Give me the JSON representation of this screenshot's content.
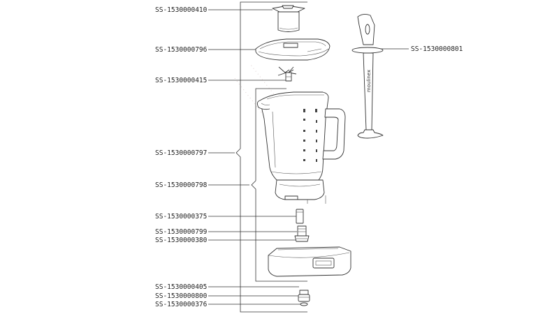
{
  "diagram": {
    "part_numbers": {
      "lid_cap": "SS-1530000410",
      "lid": "SS-1530000796",
      "blade": "SS-1530000415",
      "jug_assembly": "SS-1530000797",
      "jug": "SS-1530000798",
      "coupler": "SS-1530000375",
      "drive_unit": "SS-1530000799",
      "seal": "SS-1530000380",
      "base_ring": "SS-1530000405",
      "motor_coupling": "SS-1530000800",
      "washer": "SS-1530000376",
      "tamper": "SS-1530000801"
    },
    "tamper_brand": "moulinex"
  },
  "colors": {
    "line": "#333333",
    "text": "#222222",
    "watermark": "#d9c6c6"
  }
}
